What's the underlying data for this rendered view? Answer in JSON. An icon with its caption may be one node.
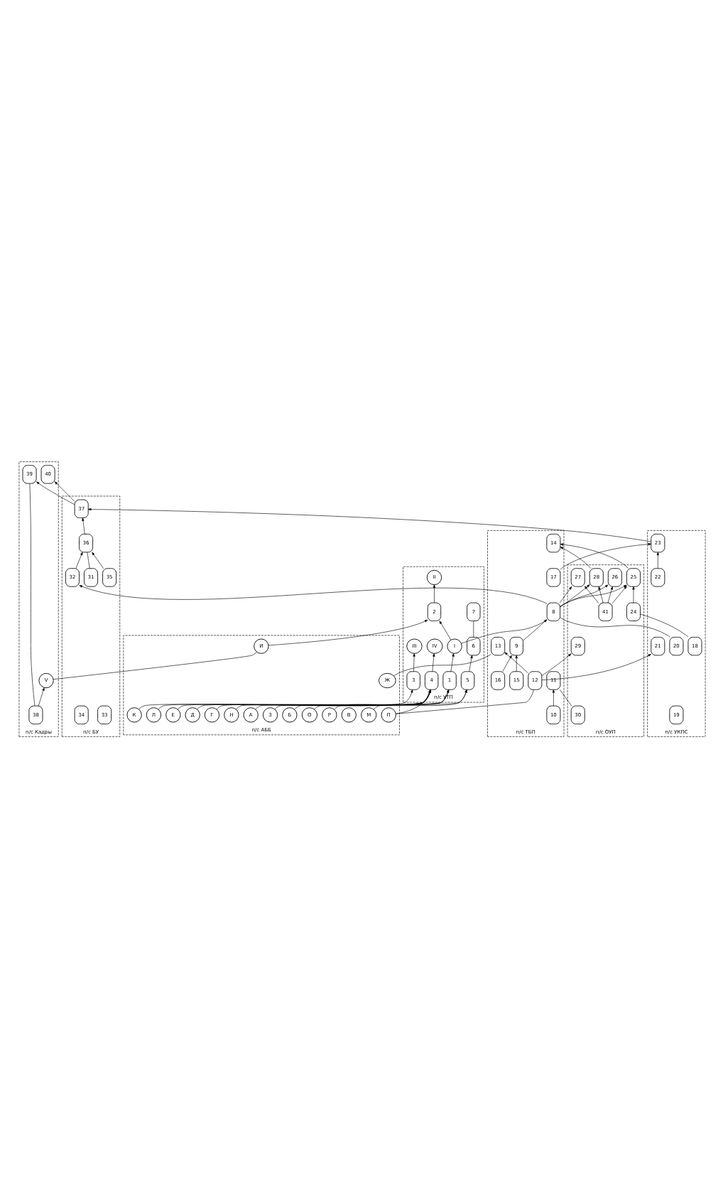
{
  "diagram": {
    "nodes": [
      {
        "text": [
          "п/с АББ"
        ]
      },
      {
        "text": [
          "А"
        ],
        "in": 0
      },
      {
        "text": [
          "Б"
        ],
        "in": 0
      },
      {
        "text": [
          "В"
        ],
        "in": 0
      },
      {
        "text": [
          "Г"
        ],
        "in": 0
      },
      {
        "text": [
          "Д"
        ],
        "in": 0
      },
      {
        "text": [
          "Е"
        ],
        "in": 0
      },
      {
        "text": [
          "Ж"
        ],
        "in": 0
      },
      {
        "text": [
          "З"
        ],
        "in": 0
      },
      {
        "text": [
          "И"
        ],
        "in": 0
      },
      {
        "text": [
          "К"
        ],
        "in": 0
      },
      {
        "text": [
          "Л"
        ],
        "in": 0
      },
      {
        "text": [
          "М"
        ],
        "in": 0
      },
      {
        "text": [
          "Н"
        ],
        "in": 0
      },
      {
        "text": [
          "О"
        ],
        "in": 0
      },
      {
        "text": [
          "П"
        ],
        "in": 0
      },
      {
        "text": [
          "Р"
        ],
        "in": 0
      },
      {
        "text": [
          "п/с УТП"
        ]
      },
      {
        "text": [
          "I"
        ],
        "in": 17
      },
      {
        "text": [
          "II"
        ],
        "in": 17
      },
      {
        "text": [
          "III"
        ],
        "in": 17
      },
      {
        "text": [
          "IV"
        ],
        "in": 17
      },
      {
        "text": [
          "1"
        ],
        "in": 17
      },
      {
        "text": [
          "2"
        ],
        "in": 17
      },
      {
        "text": [
          "3"
        ],
        "in": 17
      },
      {
        "text": [
          "4"
        ],
        "in": 17
      },
      {
        "text": [
          "5"
        ],
        "in": 17
      },
      {
        "text": [
          "6"
        ],
        "in": 17
      },
      {
        "text": [
          "7"
        ],
        "in": 17
      },
      {
        "text": [
          "п/с ТБП"
        ]
      },
      {
        "text": [
          "8"
        ],
        "in": 29
      },
      {
        "text": [
          "9"
        ],
        "in": 29
      },
      {
        "text": [
          "10"
        ],
        "in": 29
      },
      {
        "text": [
          "11"
        ],
        "in": 29
      },
      {
        "text": [
          "12"
        ],
        "in": 29
      },
      {
        "text": [
          "13"
        ],
        "in": 29
      },
      {
        "text": [
          "14"
        ],
        "in": 29
      },
      {
        "text": [
          "15"
        ],
        "in": 29
      },
      {
        "text": [
          "16"
        ],
        "in": 29
      },
      {
        "text": [
          "17"
        ],
        "in": 29
      },
      {
        "text": [
          "п/с УКПС"
        ]
      },
      {
        "text": [
          "18"
        ],
        "in": 40
      },
      {
        "text": [
          "19"
        ],
        "in": 40
      },
      {
        "text": [
          "20"
        ],
        "in": 40
      },
      {
        "text": [
          "21"
        ],
        "in": 40
      },
      {
        "text": [
          "22"
        ],
        "in": 40
      },
      {
        "text": [
          "23"
        ],
        "in": 40
      },
      {
        "text": [
          "п/с ОУП"
        ]
      },
      {
        "text": [
          "41"
        ],
        "in": 47
      },
      {
        "text": [
          "24"
        ],
        "in": 47
      },
      {
        "text": [
          "25"
        ],
        "in": 47
      },
      {
        "text": [
          "26"
        ],
        "in": 47
      },
      {
        "text": [
          "27"
        ],
        "in": 47
      },
      {
        "text": [
          "28"
        ],
        "in": 47
      },
      {
        "text": [
          "29"
        ],
        "in": 47
      },
      {
        "text": [
          "30"
        ],
        "in": 47
      },
      {
        "text": [
          "п/с БУ"
        ]
      },
      {
        "text": [
          "31"
        ],
        "in": 56
      },
      {
        "text": [
          "32"
        ],
        "in": 56
      },
      {
        "text": [
          "33"
        ],
        "in": 56
      },
      {
        "text": [
          "34"
        ],
        "in": 56
      },
      {
        "text": [
          "35"
        ],
        "in": 56
      },
      {
        "text": [
          "36"
        ],
        "in": 56
      },
      {
        "text": [
          "37"
        ],
        "in": 56
      },
      {
        "text": [
          "п/с Кадры"
        ]
      },
      {
        "text": [
          "V"
        ],
        "in": 64
      },
      {
        "text": [
          "38"
        ],
        "in": 64
      },
      {
        "text": [
          "39"
        ],
        "in": 64
      },
      {
        "text": [
          "40"
        ],
        "in": 64
      }
    ],
    "edges": [
      {
        "from": 1,
        "to": 22,
        "arrow": "to"
      },
      {
        "from": 2,
        "to": 22,
        "arrow": "to"
      },
      {
        "from": 9,
        "to": 23,
        "arrow": "to"
      },
      {
        "from": 10,
        "to": 24,
        "arrow": "to"
      },
      {
        "from": 11,
        "to": 25,
        "arrow": "to"
      },
      {
        "from": 4,
        "to": 25,
        "arrow": "to"
      },
      {
        "from": 5,
        "to": 25,
        "arrow": "to"
      },
      {
        "from": 12,
        "to": 25,
        "arrow": "to"
      },
      {
        "from": 13,
        "to": 25,
        "arrow": "to"
      },
      {
        "from": 6,
        "to": 25,
        "arrow": "to"
      },
      {
        "from": 14,
        "to": 26,
        "arrow": "to"
      },
      {
        "from": 16,
        "to": 26,
        "arrow": "to"
      },
      {
        "from": 15,
        "to": 34,
        "arrow": "none"
      },
      {
        "from": 15,
        "to": 25,
        "arrow": "none"
      },
      {
        "from": 7,
        "to": 35,
        "arrow": "none"
      },
      {
        "from": 8,
        "to": 22,
        "arrow": "none"
      },
      {
        "from": 22,
        "to": 18,
        "arrow": "to"
      },
      {
        "from": 18,
        "to": 23,
        "arrow": "to"
      },
      {
        "from": 23,
        "to": 19,
        "arrow": "to"
      },
      {
        "from": 24,
        "to": 20,
        "arrow": "to"
      },
      {
        "from": 25,
        "to": 21,
        "arrow": "to"
      },
      {
        "from": 26,
        "to": 27,
        "arrow": "to"
      },
      {
        "from": 27,
        "to": 28,
        "arrow": "none"
      },
      {
        "from": 18,
        "to": 30,
        "arrow": "none"
      },
      {
        "from": 31,
        "to": 30,
        "arrow": "to"
      },
      {
        "from": 32,
        "to": 33,
        "arrow": "to"
      },
      {
        "from": 37,
        "to": 31,
        "arrow": "to"
      },
      {
        "from": 38,
        "to": 31,
        "arrow": "to"
      },
      {
        "from": 34,
        "to": 35,
        "arrow": "to"
      },
      {
        "from": 34,
        "to": 44,
        "arrow": "to"
      },
      {
        "from": 39,
        "to": 46,
        "arrow": "to"
      },
      {
        "from": 45,
        "to": 46,
        "arrow": "to"
      },
      {
        "from": 41,
        "to": 49,
        "arrow": "none"
      },
      {
        "from": 43,
        "to": 30,
        "arrow": "none"
      },
      {
        "from": 30,
        "to": 50,
        "arrow": "to"
      },
      {
        "from": 30,
        "to": 51,
        "arrow": "to"
      },
      {
        "from": 30,
        "to": 52,
        "arrow": "to"
      },
      {
        "from": 30,
        "to": 53,
        "arrow": "to"
      },
      {
        "from": 49,
        "to": 50,
        "arrow": "to"
      },
      {
        "from": 48,
        "to": 50,
        "arrow": "to"
      },
      {
        "from": 48,
        "to": 51,
        "arrow": "to"
      },
      {
        "from": 48,
        "to": 52,
        "arrow": "to"
      },
      {
        "from": 48,
        "to": 53,
        "arrow": "to"
      },
      {
        "from": 53,
        "to": 36,
        "arrow": "to"
      },
      {
        "from": 50,
        "to": 36,
        "arrow": "to"
      },
      {
        "from": 34,
        "to": 54,
        "arrow": "to"
      },
      {
        "from": 55,
        "to": 33,
        "arrow": "none"
      },
      {
        "from": 30,
        "to": 58,
        "arrow": "to"
      },
      {
        "from": 57,
        "to": 62,
        "arrow": "none"
      },
      {
        "from": 58,
        "to": 62,
        "arrow": "to"
      },
      {
        "from": 61,
        "to": 62,
        "arrow": "to"
      },
      {
        "from": 62,
        "to": 63,
        "arrow": "to"
      },
      {
        "from": 46,
        "to": 63,
        "arrow": "to"
      },
      {
        "from": 66,
        "to": 65,
        "arrow": "to"
      },
      {
        "from": 65,
        "to": 9,
        "arrow": "none"
      },
      {
        "from": 63,
        "to": 67,
        "arrow": "to"
      },
      {
        "from": 63,
        "to": 68,
        "arrow": "to"
      },
      {
        "from": 66,
        "to": 67,
        "arrow": "none"
      }
    ]
  }
}
